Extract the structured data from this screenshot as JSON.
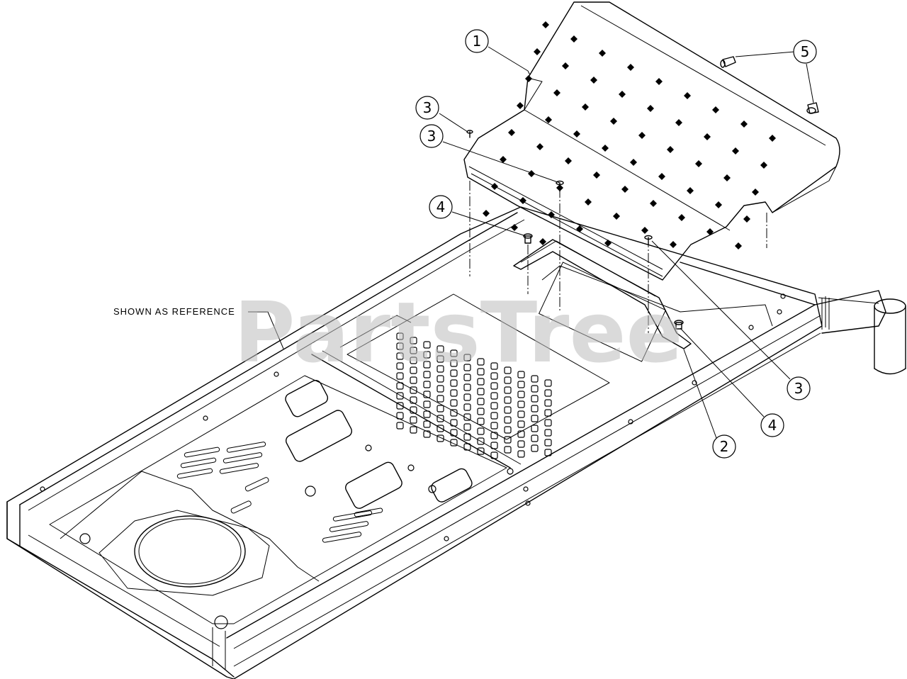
{
  "watermark": "PartsTree",
  "reference_label": "SHOWN AS REFERENCE",
  "callouts": [
    {
      "label": "1"
    },
    {
      "label": "2"
    },
    {
      "label": "3"
    },
    {
      "label": "3"
    },
    {
      "label": "3"
    },
    {
      "label": "4"
    },
    {
      "label": "4"
    },
    {
      "label": "5"
    }
  ],
  "colors": {
    "line": "#000000",
    "watermark": "#bdbdbd",
    "background": "#ffffff"
  }
}
